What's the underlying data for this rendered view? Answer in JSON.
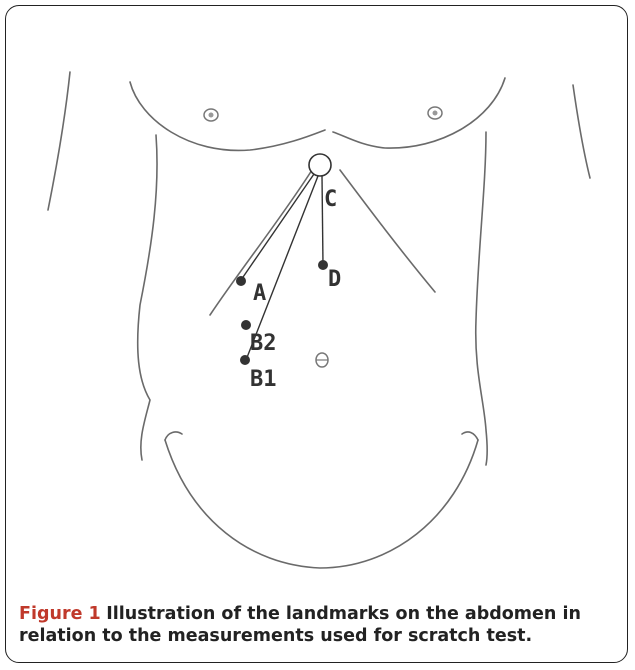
{
  "figure": {
    "caption_label": "Figure 1",
    "caption_text": "Illustration of the landmarks on the abdomen in relation to the measurements used for scratch test."
  },
  "landmarks": {
    "c": "C",
    "d": "D",
    "a": "A",
    "b2": "B2",
    "b1": "B1"
  }
}
